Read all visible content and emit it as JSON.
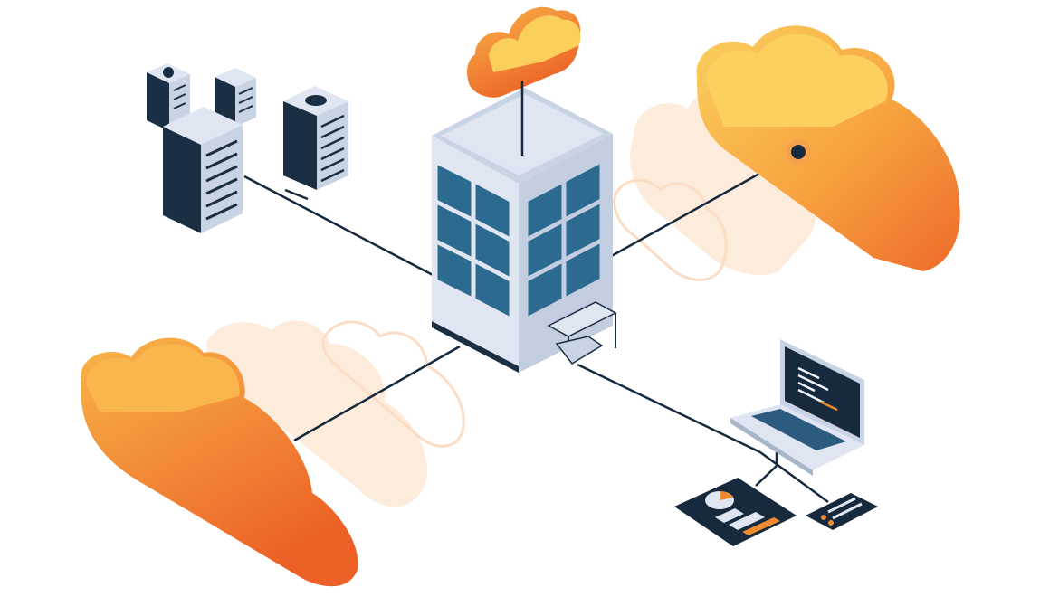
{
  "diagram": {
    "nodes": [
      {
        "id": "server-rack-cluster",
        "icon": "server-rack-icon",
        "kind": "server rack"
      },
      {
        "id": "storage-server",
        "icon": "server-rack-icon",
        "kind": "server"
      },
      {
        "id": "office-building",
        "icon": "building-icon",
        "kind": "headquarters"
      },
      {
        "id": "cloud-top",
        "icon": "cloud-icon",
        "kind": "cloud"
      },
      {
        "id": "cloud-right",
        "icon": "cloud-icon",
        "kind": "cloud"
      },
      {
        "id": "cloud-left",
        "icon": "cloud-icon",
        "kind": "cloud"
      },
      {
        "id": "laptop",
        "icon": "laptop-icon",
        "kind": "device"
      },
      {
        "id": "dashboard-tablet",
        "icon": "tablet-chart-icon",
        "kind": "device"
      },
      {
        "id": "smartphone",
        "icon": "smartphone-icon",
        "kind": "device"
      }
    ],
    "connections": [
      [
        "office-building",
        "server-rack-cluster"
      ],
      [
        "office-building",
        "cloud-top"
      ],
      [
        "office-building",
        "cloud-right"
      ],
      [
        "office-building",
        "cloud-left"
      ],
      [
        "office-building",
        "laptop"
      ],
      [
        "laptop",
        "dashboard-tablet"
      ],
      [
        "laptop",
        "smartphone"
      ]
    ],
    "colors": {
      "cloud_light": "#fbd05f",
      "cloud_mid": "#f6a23f",
      "cloud_dark": "#ee6a2a",
      "cloud_ghost": "#fde9d8",
      "line": "#16293d",
      "navy": "#1a2f44",
      "building_wall": "#dfe6f2",
      "building_shade": "#c3cfe0",
      "window_blue": "#2d6a90",
      "accent_orange": "#f08a2e"
    }
  }
}
